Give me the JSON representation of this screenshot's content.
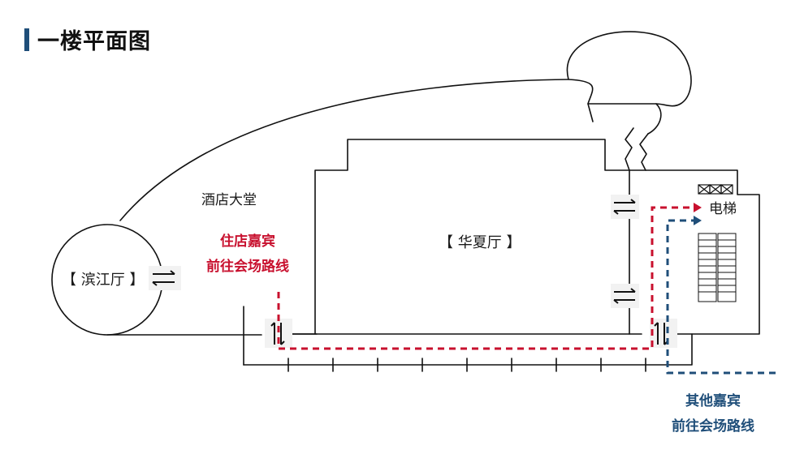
{
  "title": "一楼平面图",
  "rooms": {
    "lobby": "酒店大堂",
    "huaxia": "【 华夏厅 】",
    "binjiang": "【 滨江厅 】",
    "elevator": "电梯"
  },
  "routes": {
    "hotel_guest": {
      "line1": "住店嘉宾",
      "line2": "前往会场路线",
      "color": "#c8102e"
    },
    "other_guest": {
      "line1": "其他嘉宾",
      "line2": "前往会场路线",
      "color": "#1f4e79"
    }
  },
  "colors": {
    "title_bar": "#1f4e79",
    "walls": "#111111"
  },
  "icons": [
    "double-door-icon",
    "elevator-icon",
    "stairs-icon"
  ]
}
